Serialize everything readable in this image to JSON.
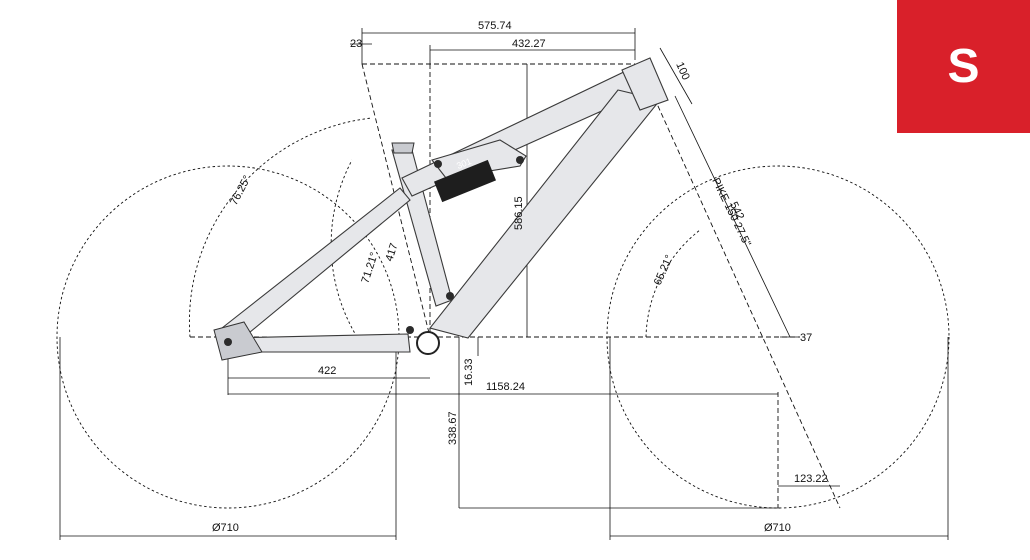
{
  "size_badge": {
    "label": "S",
    "color": "#d9202a"
  },
  "dimensions": {
    "top_tube_horizontal": "575.74",
    "reach": "432.27",
    "stack": "586.15",
    "seat_angle_offset": "23",
    "head_tube_length": "100",
    "fork_length": "542",
    "fork_model": "PIKE 150 27.5\"",
    "fork_offset": "37",
    "chainstay": "422",
    "bb_drop": "16.33",
    "wheelbase": "1158.24",
    "bb_height": "338.67",
    "trail": "123.22",
    "rear_wheel_diameter": "Ø710",
    "front_wheel_diameter": "Ø710",
    "seat_angle": "76.25°",
    "seat_tube_angle_actual": "71.21°",
    "seat_tube_length": "417",
    "head_angle": "65.21°"
  },
  "frame_marks": {
    "shock_label": "301"
  },
  "colors": {
    "badge": "#d9202a",
    "frame": "#e6e7ea",
    "line": "#111111"
  }
}
